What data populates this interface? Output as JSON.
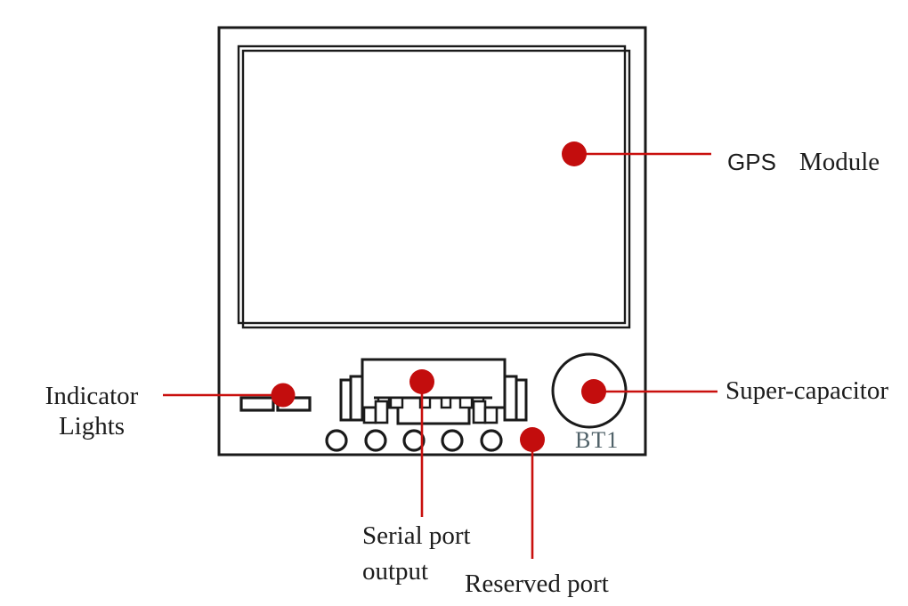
{
  "labels": {
    "gps_module": {
      "word1": "GPS",
      "word2": "Module"
    },
    "indicator": {
      "line1": "Indicator",
      "line2": "Lights"
    },
    "supercapacitor": "Super-capacitor",
    "serial": {
      "line1": "Serial port",
      "line2": "output"
    },
    "reserved": "Reserved port"
  },
  "board_text": {
    "bt1": "BT1"
  },
  "colors": {
    "callout_line_red": "#c9100e",
    "callout_dot_red": "#c30d0d",
    "outline_black": "#1a1a1a",
    "bt1_text": "#4f6168",
    "background": "#ffffff"
  }
}
